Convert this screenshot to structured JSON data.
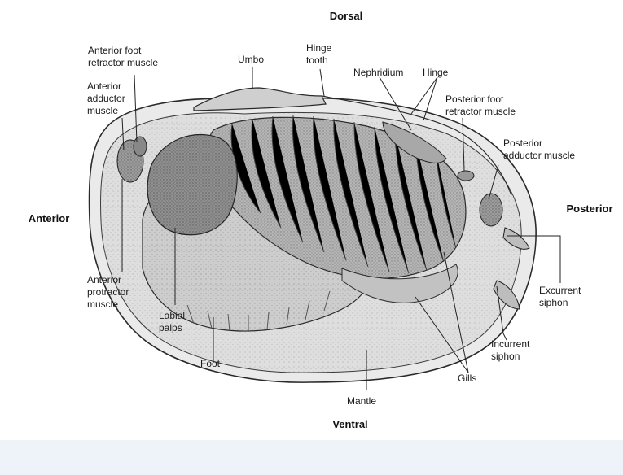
{
  "directions": {
    "dorsal": "Dorsal",
    "ventral": "Ventral",
    "anterior": "Anterior",
    "posterior": "Posterior"
  },
  "labels": {
    "anterior_foot_retractor": [
      "Anterior foot",
      "retractor muscle"
    ],
    "umbo": [
      "Umbo"
    ],
    "hinge_tooth": [
      "Hinge",
      "tooth"
    ],
    "nephridium": [
      "Nephridium"
    ],
    "hinge": [
      "Hinge"
    ],
    "anterior_adductor": [
      "Anterior",
      "adductor",
      "muscle"
    ],
    "posterior_foot_retractor": [
      "Posterior foot",
      "retractor muscle"
    ],
    "posterior_adductor": [
      "Posterior",
      "adductor muscle"
    ],
    "anterior_protractor": [
      "Anterior",
      "protractor",
      "muscle"
    ],
    "labial_palps": [
      "Labial",
      "palps"
    ],
    "foot": [
      "Foot"
    ],
    "excurrent_siphon": [
      "Excurrent",
      "siphon"
    ],
    "incurrent_siphon": [
      "Incurrent",
      "siphon"
    ],
    "gills": [
      "Gills"
    ],
    "mantle": [
      "Mantle"
    ]
  },
  "colors": {
    "shell_fill": "#d9d9d9",
    "mantle_fill": "#e2e2e2",
    "foot_fill": "#cdcdcd",
    "gill_fill": "#b5b5b5",
    "palp_fill": "#8f8f8f",
    "muscle_fill": "#9c9c9c",
    "outline": "#2a2a2a",
    "bottom_band": "#eef3f9"
  }
}
